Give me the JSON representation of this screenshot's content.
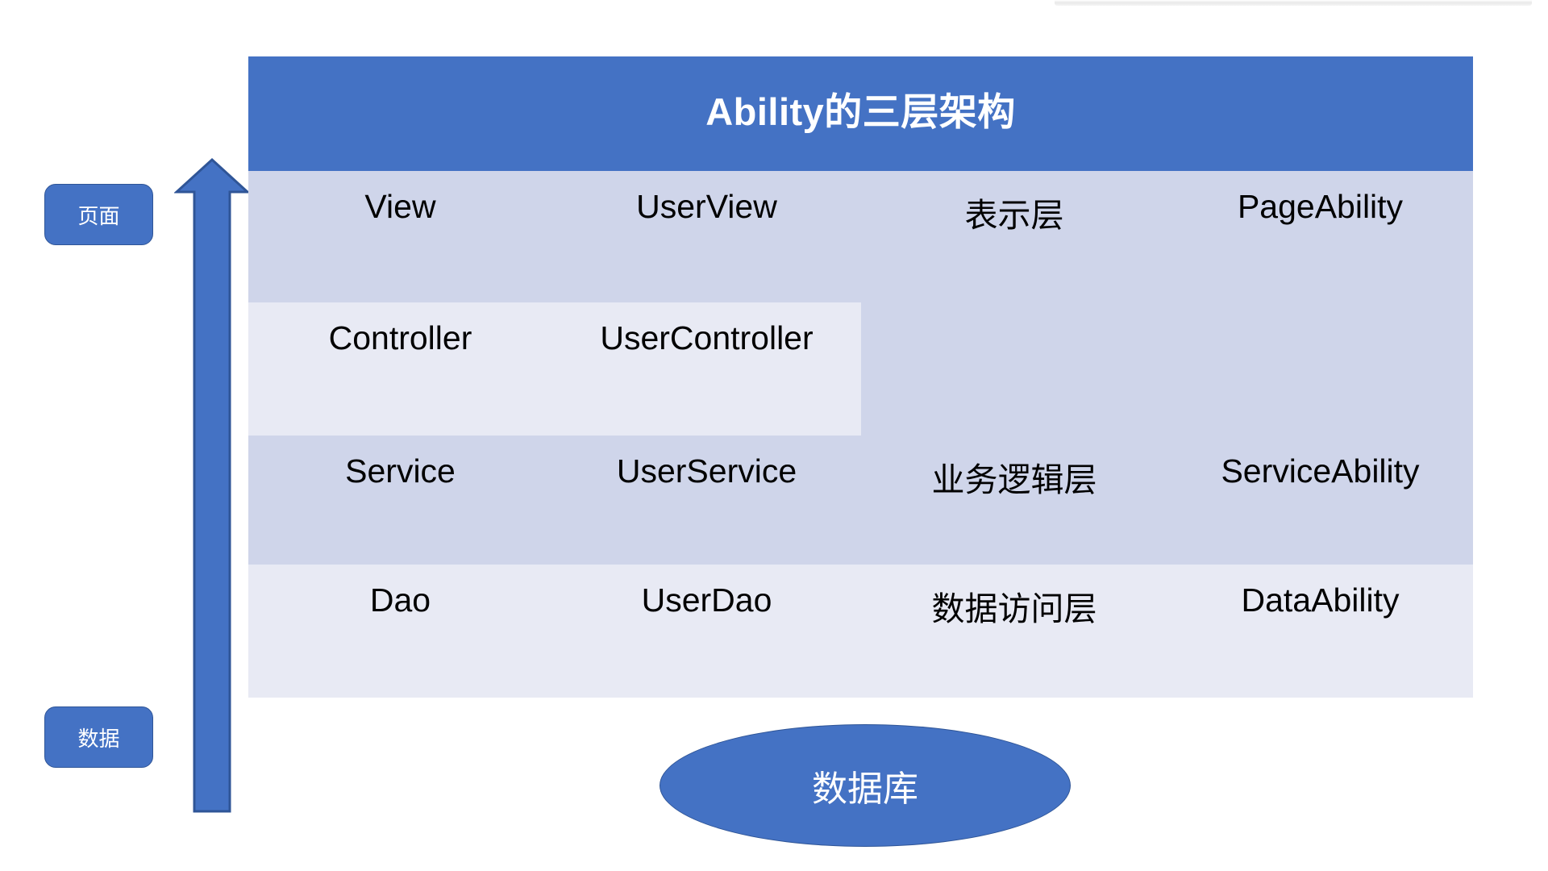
{
  "slide": {
    "title": "Ability的三层架构",
    "background_color": "#FFFFFF"
  },
  "colors": {
    "accent_blue": "#4472C4",
    "accent_blue_outline": "#2F5597",
    "band_dark": "#CFD5EA",
    "band_light": "#E8EAF4",
    "title_text": "#FFFFFF",
    "body_text": "#000000"
  },
  "side_labels": [
    {
      "id": "page",
      "label": "页面"
    },
    {
      "id": "data",
      "label": "数据"
    }
  ],
  "arrow": {
    "direction": "up",
    "color": "#4472C4",
    "outline": "#2F5597"
  },
  "table": {
    "title": "Ability的三层架构",
    "columns": 4,
    "rows": [
      {
        "band": "dark",
        "cells": [
          "View",
          "UserView",
          "表示层",
          "PageAbility"
        ],
        "merged_down": [
          false,
          false,
          true,
          true
        ]
      },
      {
        "band": "light",
        "cells": [
          "Controller",
          "UserController",
          "",
          ""
        ],
        "merged_down": [
          false,
          false,
          false,
          false
        ]
      },
      {
        "band": "dark",
        "cells": [
          "Service",
          "UserService",
          "业务逻辑层",
          "ServiceAbility"
        ],
        "merged_down": [
          false,
          false,
          false,
          false
        ]
      },
      {
        "band": "light",
        "cells": [
          "Dao",
          "UserDao",
          "数据访问层",
          "DataAbility"
        ],
        "merged_down": [
          false,
          false,
          false,
          false
        ]
      }
    ]
  },
  "database": {
    "label": "数据库",
    "shape": "ellipse"
  }
}
